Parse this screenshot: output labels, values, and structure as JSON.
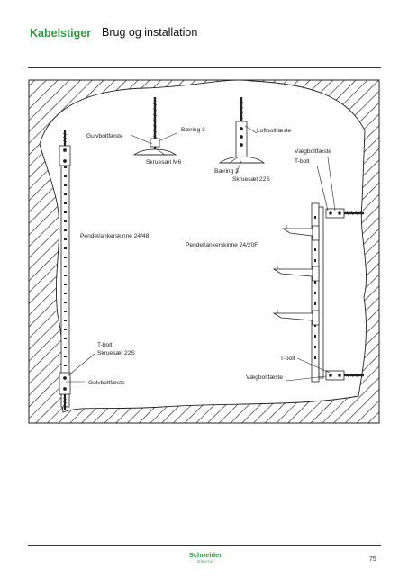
{
  "header": {
    "section": "Kabelstiger",
    "title": "Brug og installation"
  },
  "labels": {
    "gulvboltfaeste_top": "Gulvboltfæste",
    "baering3_top": "Bæring 3",
    "loftboltfaeste": "Loftboltfæste",
    "skruesaet_m6": "Skruesæt M6",
    "vaegboltfaeste_top": "Vægboltfæste",
    "tbolt_top": "T-bolt",
    "baering3_mid": "Bæring 3",
    "skruesaet_22s_top": "Skruesæt 22S",
    "pendel_2448": "Pendel/ankerskinne 24/48",
    "pendel_2420f": "Pendel/ankerskinne 24/20F",
    "tbolt_bottom": "T-bolt",
    "skruesaet_22s_bottom": "Skruesæt 22S",
    "tbolt_right": "T-bolt",
    "vaegboltfaeste_bottom": "Vægboltfæste",
    "gulvboltfaeste_bottom": "Gulvboltfæste"
  },
  "footer": {
    "brand": "Schneider",
    "brand_sub": "Electric",
    "page_number": "75"
  },
  "colors": {
    "brand_green": "#2e9a3e",
    "line": "#222222"
  }
}
